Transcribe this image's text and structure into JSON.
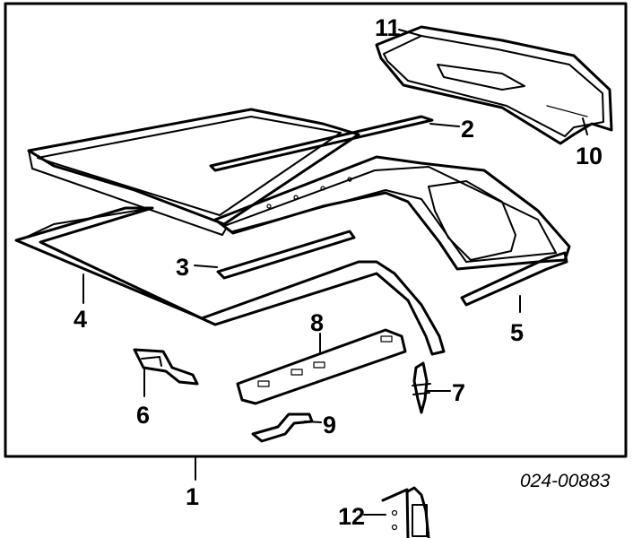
{
  "diagram": {
    "part_number": "024-00883",
    "callouts": [
      {
        "id": "1",
        "label": "1"
      },
      {
        "id": "2",
        "label": "2"
      },
      {
        "id": "3",
        "label": "3"
      },
      {
        "id": "4",
        "label": "4"
      },
      {
        "id": "5",
        "label": "5"
      },
      {
        "id": "6",
        "label": "6"
      },
      {
        "id": "7",
        "label": "7"
      },
      {
        "id": "8",
        "label": "8"
      },
      {
        "id": "9",
        "label": "9"
      },
      {
        "id": "10",
        "label": "10"
      },
      {
        "id": "11",
        "label": "11"
      },
      {
        "id": "12",
        "label": "12"
      }
    ]
  }
}
